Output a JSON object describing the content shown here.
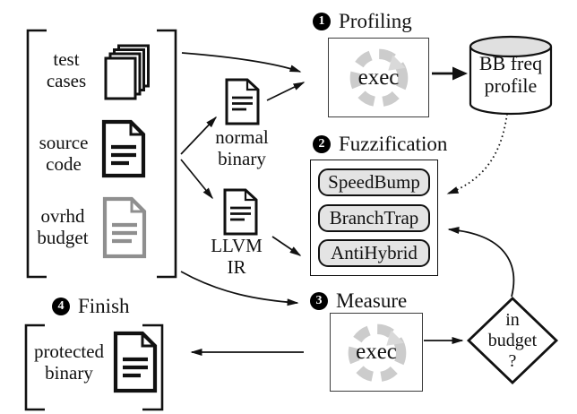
{
  "colors": {
    "ink": "#111111",
    "gray_document": "#8f8f8f",
    "spinner_gray": "#cccccc",
    "pass_chip_fill": "#e4e4e4",
    "cylinder_top_fill": "#e0e0e0"
  },
  "inputs": {
    "test_cases": {
      "line1": "test",
      "line2": "cases"
    },
    "source_code": {
      "line1": "source",
      "line2": "code"
    },
    "ovrhd_budget": {
      "line1": "ovrhd",
      "line2": "budget"
    }
  },
  "intermediates": {
    "normal_binary": {
      "line1": "normal",
      "line2": "binary"
    },
    "llvm_ir": {
      "line1": "LLVM",
      "line2": "IR"
    }
  },
  "steps": {
    "profiling": {
      "number": "1",
      "title": "Profiling",
      "exec_label": "exec"
    },
    "fuzzification": {
      "number": "2",
      "title": "Fuzzification",
      "passes": [
        "SpeedBump",
        "BranchTrap",
        "AntiHybrid"
      ]
    },
    "measure": {
      "number": "3",
      "title": "Measure",
      "exec_label": "exec"
    },
    "finish": {
      "number": "4",
      "title": "Finish"
    }
  },
  "datastore": {
    "bb_freq_profile": {
      "line1": "BB freq",
      "line2": "profile"
    }
  },
  "output": {
    "protected_binary": {
      "line1": "protected",
      "line2": "binary"
    }
  },
  "decision": {
    "line1": "in",
    "line2": "budget",
    "line3": "?"
  }
}
